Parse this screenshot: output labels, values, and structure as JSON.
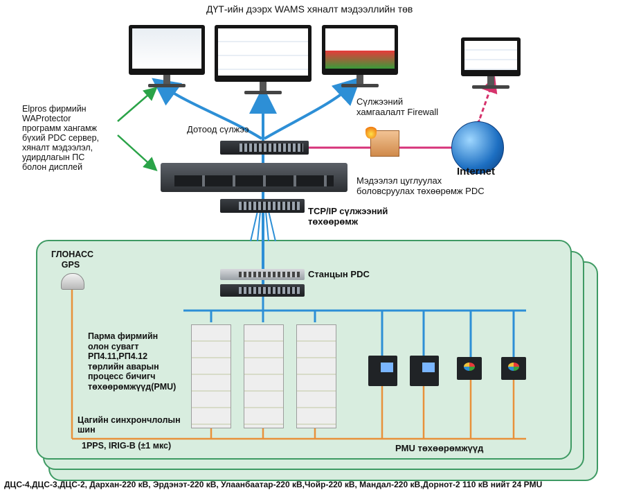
{
  "title": "ДҮТ-ийн дээрх WAMS хяналт мэдээллийн төв",
  "left_note": "Elpros фирмийн\nWAProtector\nпрограмм хангамж\nбүхий PDC сервер,\nхяналт мэдээлэл,\nудирдлагын ПС\nболон дисплей",
  "internal_net": "Дотоод сүлжээ",
  "firewall": "Сүлжээний\nхамгаалалт Firewall",
  "internet": "Internet",
  "pdc_server": "Мэдээлэл цуглуулах\nболовсруулах төхөөрөмж PDC",
  "tcpip": "TCP/IP сүлжээний\nтөхөөрөмж",
  "gps": "ГЛОНАСС\nGPS",
  "station_pdc": "Станцын PDC",
  "parma": "Парма фирмийн\nолон сувагт\nРП4.11,РП4.12\nтөрлийн аварын\nпроцесс бичигч\nтөхөөрөмжүүд(PMU)",
  "sync_bus": "Цагийн синхрончлолын\nшин",
  "pps": "1PPS, IRIG-B (±1 мкс)",
  "pmu_devices": "PMU төхөөрөмжүүд",
  "footer": "ДЦС-4,ДЦС-3,ДЦС-2, Дархан-220 кВ, Эрдэнэт-220 кВ, Улаанбаатар-220 кВ,Чойр-220 кВ, Мандал-220 кВ,Дорнот-2 110 кВ нийт 24 PMU",
  "colors": {
    "network_blue": "#2d8fd6",
    "sync_orange": "#e8913a",
    "firewall_magenta": "#d6337a",
    "panel_green": "#d8eddf",
    "arrow_green": "#2aa348",
    "internet_red": "#d6336c"
  }
}
